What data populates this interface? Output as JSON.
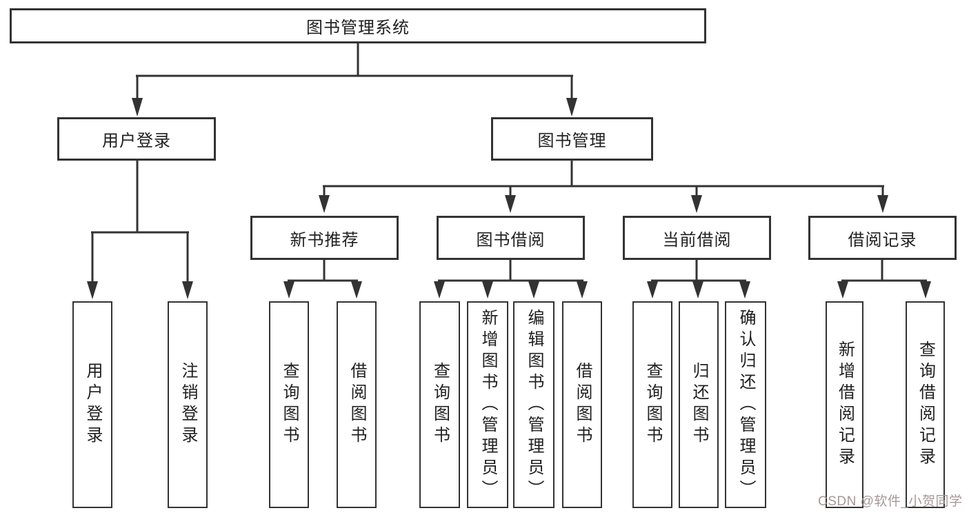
{
  "title": "图书管理系统",
  "watermark": "CSDN @软件_小贺同学",
  "colors": {
    "line": "#333333",
    "border": "#333333",
    "text": "#1f1f1f",
    "background": "#ffffff",
    "watermark": "#a79797"
  },
  "branches": {
    "user_login": {
      "label": "用户登录",
      "children": [
        "用户登录",
        "注销登录"
      ]
    },
    "book_management": {
      "label": "图书管理",
      "sections": {
        "new_book_recommend": {
          "label": "新书推荐",
          "children": [
            "查询图书",
            "借阅图书"
          ]
        },
        "book_borrow": {
          "label": "图书借阅",
          "children": [
            "查询图书",
            "新增图书（管理员）",
            "编辑图书（管理员）",
            "借阅图书"
          ]
        },
        "current_borrow": {
          "label": "当前借阅",
          "children": [
            "查询图书",
            "归还图书",
            "确认归还（管理员）"
          ]
        },
        "borrow_records": {
          "label": "借阅记录",
          "children": [
            "新增借阅记录",
            "查询借阅记录"
          ]
        }
      }
    }
  }
}
